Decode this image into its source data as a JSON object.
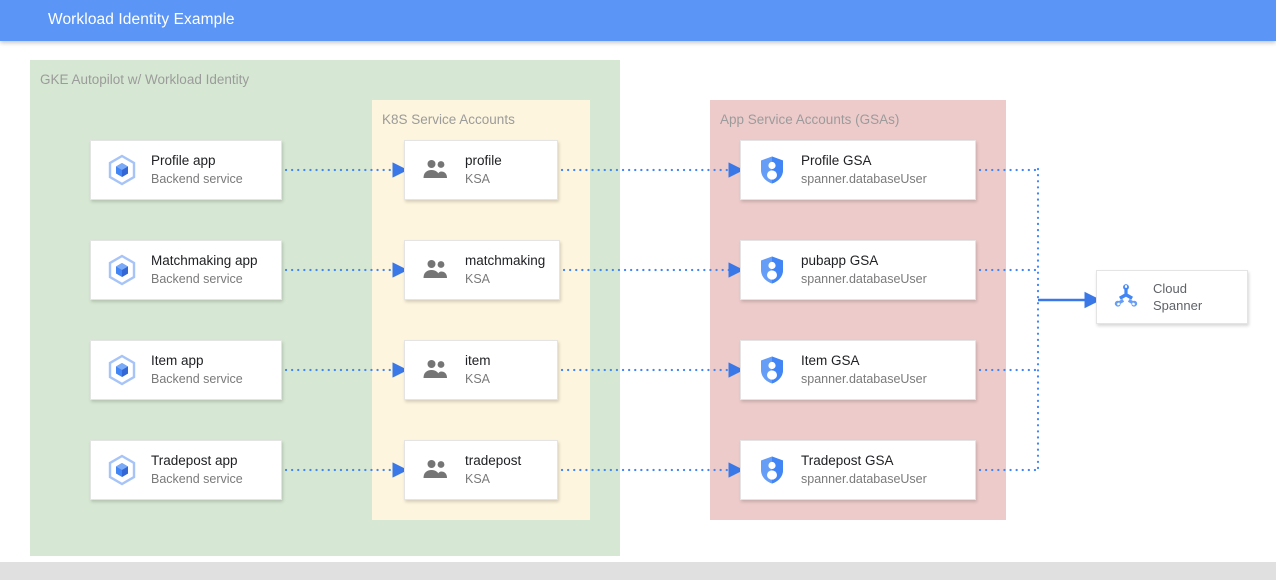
{
  "window": {
    "title": "Workload Identity Example"
  },
  "colors": {
    "titlebar": "#5b95f5",
    "gke_group": "#d6e8d3",
    "ksa_group": "#fdf5dd",
    "gsa_group": "#eecbcb",
    "connector_blue": "#4285f4",
    "solid_arrow_blue": "#3b78e7",
    "card_bg": "#ffffff",
    "label_gray": "#9b9b9b",
    "bottom_band": "#e0e0e0"
  },
  "groups": {
    "gke": {
      "label": "GKE Autopilot w/ Workload Identity"
    },
    "ksa": {
      "label": "K8S Service Accounts"
    },
    "gsa": {
      "label": "App Service Accounts (GSAs)"
    }
  },
  "apps": [
    {
      "title": "Profile app",
      "sub": "Backend service",
      "icon": "gke-app-icon"
    },
    {
      "title": "Matchmaking app",
      "sub": "Backend service",
      "icon": "gke-app-icon"
    },
    {
      "title": "Item app",
      "sub": "Backend service",
      "icon": "gke-app-icon"
    },
    {
      "title": "Tradepost app",
      "sub": "Backend service",
      "icon": "gke-app-icon"
    }
  ],
  "ksas": [
    {
      "title": "profile",
      "sub": "KSA",
      "icon": "people-group-icon"
    },
    {
      "title": "matchmaking",
      "sub": "KSA",
      "icon": "people-group-icon"
    },
    {
      "title": "item",
      "sub": "KSA",
      "icon": "people-group-icon"
    },
    {
      "title": "tradepost",
      "sub": "KSA",
      "icon": "people-group-icon"
    }
  ],
  "gsas": [
    {
      "title": "Profile GSA",
      "sub": "spanner.databaseUser",
      "icon": "iam-shield-person-icon"
    },
    {
      "title": "pubapp GSA",
      "sub": "spanner.databaseUser",
      "icon": "iam-shield-person-icon"
    },
    {
      "title": "Item GSA",
      "sub": "spanner.databaseUser",
      "icon": "iam-shield-person-icon"
    },
    {
      "title": "Tradepost GSA",
      "sub": "spanner.databaseUser",
      "icon": "iam-shield-person-icon"
    }
  ],
  "database": {
    "line1": "Cloud",
    "line2": "Spanner",
    "icon": "cloud-spanner-icon"
  }
}
